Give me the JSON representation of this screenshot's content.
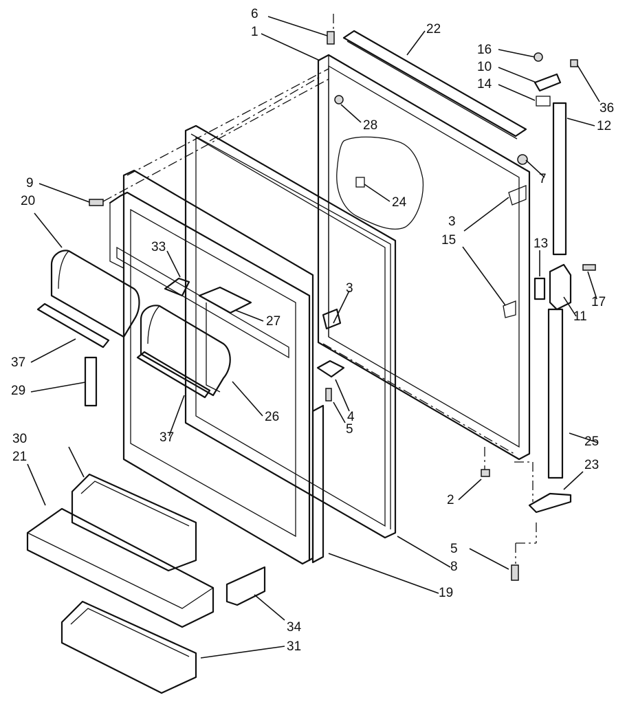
{
  "callouts": [
    {
      "id": "c6",
      "text": "6"
    },
    {
      "id": "c1",
      "text": "1"
    },
    {
      "id": "c22",
      "text": "22"
    },
    {
      "id": "c16",
      "text": "16"
    },
    {
      "id": "c10",
      "text": "10"
    },
    {
      "id": "c14",
      "text": "14"
    },
    {
      "id": "c36",
      "text": "36"
    },
    {
      "id": "c12",
      "text": "12"
    },
    {
      "id": "c28",
      "text": "28"
    },
    {
      "id": "c7",
      "text": "7"
    },
    {
      "id": "c9",
      "text": "9"
    },
    {
      "id": "c20",
      "text": "20"
    },
    {
      "id": "c24",
      "text": "24"
    },
    {
      "id": "c3a",
      "text": "3"
    },
    {
      "id": "c15",
      "text": "15"
    },
    {
      "id": "c13",
      "text": "13"
    },
    {
      "id": "c17",
      "text": "17"
    },
    {
      "id": "c11",
      "text": "11"
    },
    {
      "id": "c33",
      "text": "33"
    },
    {
      "id": "c3b",
      "text": "3"
    },
    {
      "id": "c27",
      "text": "27"
    },
    {
      "id": "c37a",
      "text": "37"
    },
    {
      "id": "c29",
      "text": "29"
    },
    {
      "id": "c26",
      "text": "26"
    },
    {
      "id": "c4",
      "text": "4"
    },
    {
      "id": "c5a",
      "text": "5"
    },
    {
      "id": "c37b",
      "text": "37"
    },
    {
      "id": "c25",
      "text": "25"
    },
    {
      "id": "c30",
      "text": "30"
    },
    {
      "id": "c21",
      "text": "21"
    },
    {
      "id": "c23",
      "text": "23"
    },
    {
      "id": "c2",
      "text": "2"
    },
    {
      "id": "c5b",
      "text": "5"
    },
    {
      "id": "c8",
      "text": "8"
    },
    {
      "id": "c19",
      "text": "19"
    },
    {
      "id": "c34",
      "text": "34"
    },
    {
      "id": "c31",
      "text": "31"
    }
  ]
}
